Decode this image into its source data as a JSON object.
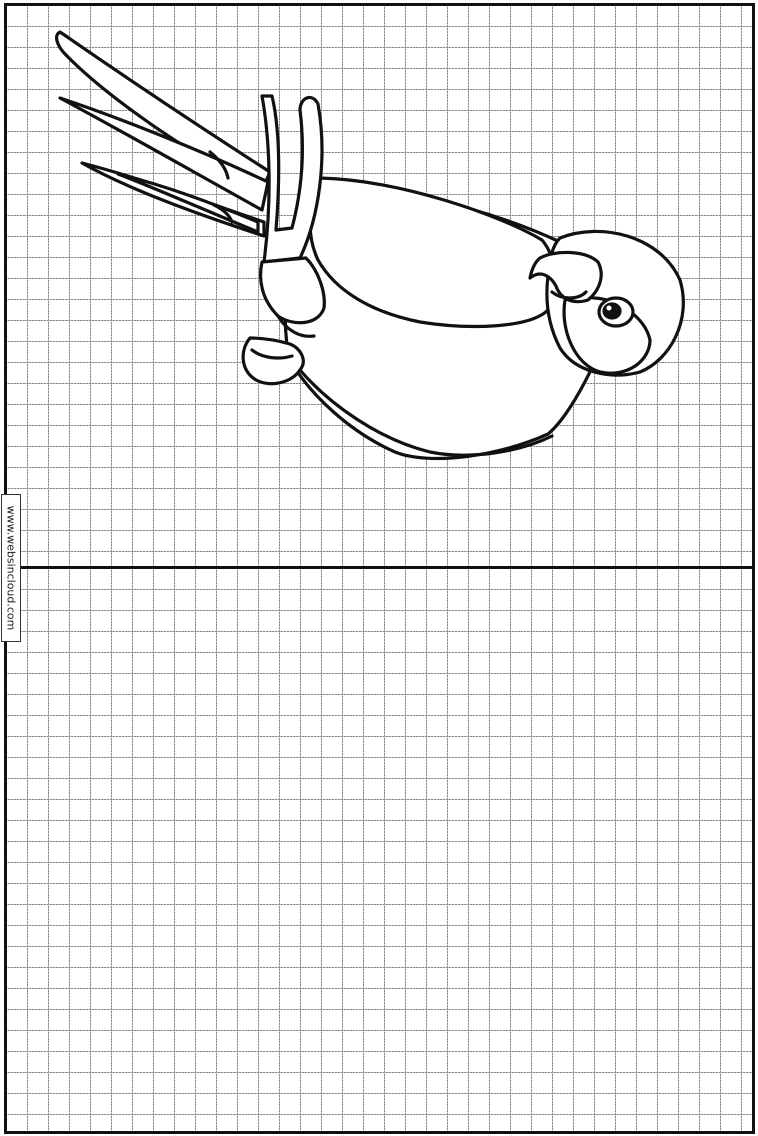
{
  "watermark": {
    "text": "www.websincloud.com"
  },
  "panels": [
    {
      "role": "reference drawing panel"
    },
    {
      "role": "blank practice grid panel"
    }
  ],
  "colors": {
    "ink": "#111111",
    "grid": "#8a8a8a",
    "paper": "#ffffff"
  }
}
